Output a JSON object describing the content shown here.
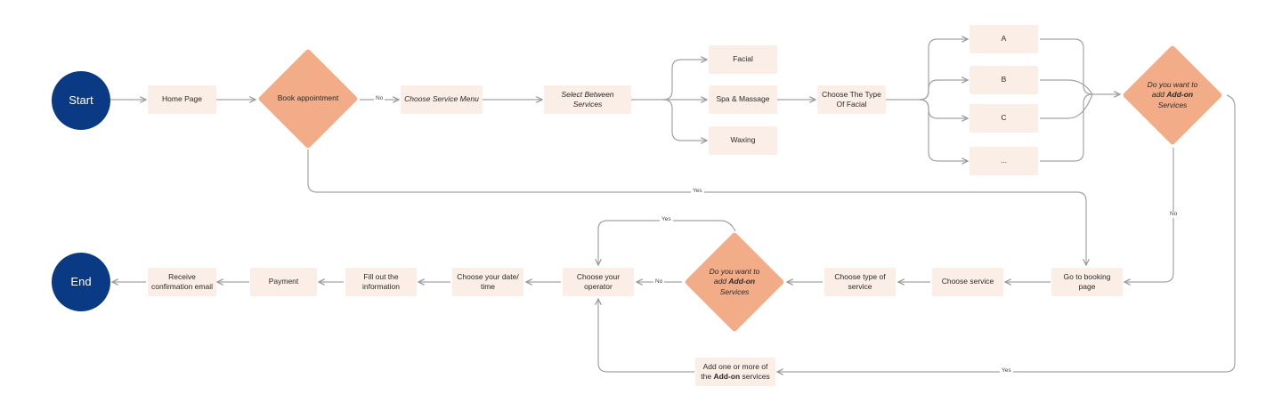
{
  "nodes": {
    "start": "Start",
    "home_page": "Home Page",
    "book_appointment": "Book appointment",
    "choose_service_menu": "Choose Service Menu",
    "select_between_services": "Select Between Services",
    "facial": "Facial",
    "spa_massage": "Spa & Massage",
    "waxing": "Waxing",
    "choose_type_of_facial": "Choose The Type Of Facial",
    "option_a": "A",
    "option_b": "B",
    "option_c": "C",
    "option_more": "...",
    "addon_q1": {
      "pre": "Do you  want to add ",
      "bold": "Add-on",
      "post": " Services"
    },
    "go_to_booking_page": "Go to booking page",
    "choose_service": "Choose service",
    "choose_type_of_service": "Choose type of service",
    "addon_q2": {
      "pre": "Do you  want to add ",
      "bold": "Add-on",
      "post": " Services"
    },
    "choose_operator": "Choose your operator",
    "choose_date_time": "Choose your date/ time",
    "fill_info": "Fill out the information",
    "payment": "Payment",
    "receive_email": "Receive confirmation email",
    "end": "End",
    "add_services": {
      "pre": "Add one or more of the ",
      "bold": "Add-on",
      "post": " services"
    }
  },
  "edges": {
    "no": "No",
    "yes": "Yes"
  },
  "colors": {
    "circle": "#0b3a84",
    "box": "#fbeee6",
    "diamond": "#f2ad88",
    "line": "#9a9a9a"
  }
}
